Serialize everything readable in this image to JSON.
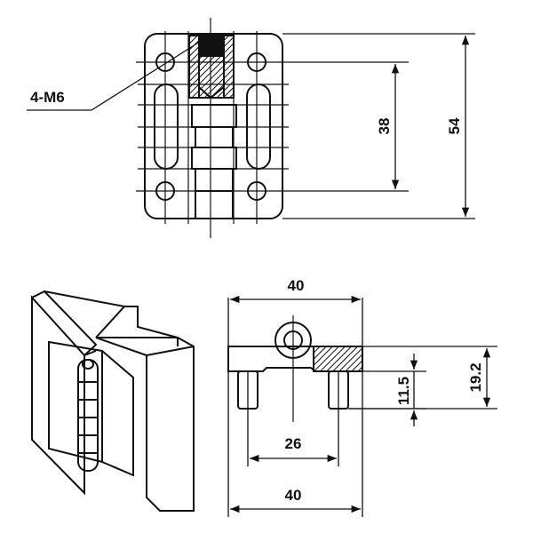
{
  "labels": {
    "thread_callout": "4-M6",
    "dim_hole_spacing": "38",
    "dim_height": "54",
    "dim_top_width": "40",
    "dim_pin_spacing": "26",
    "dim_bottom_width": "40",
    "dim_pin_height": "11.5",
    "dim_total_depth": "19.2"
  }
}
